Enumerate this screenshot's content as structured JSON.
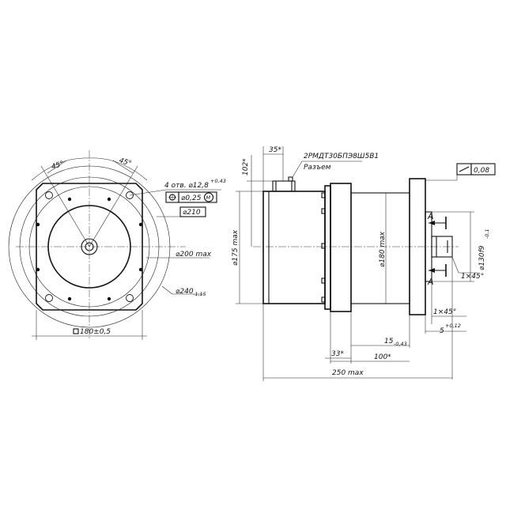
{
  "front_view": {
    "angle_left": "45°",
    "angle_right": "45°",
    "holes_label": "4 отв. ⌀12,8",
    "holes_tol": "+0,43",
    "position_tol": "⌀0,25",
    "modifier": "M",
    "d210": "⌀210",
    "d200": "⌀200 max",
    "d240": "⌀240",
    "d240_tol": "-1,15",
    "square": "180±0,5"
  },
  "side_view": {
    "dim_35": "35*",
    "dim_102": "102*",
    "connector_code": "2РМДТ30БПЭ8Ш5В1",
    "connector_label": "Разъем",
    "flatness": "0,08",
    "d175": "⌀175 max",
    "d180": "⌀180 max",
    "d130": "⌀130f9",
    "d130_tol": "-0,1",
    "section_a": "A",
    "chamfer_top": "1×45°",
    "chamfer_bottom": "1×45°",
    "dim_5": "5",
    "dim_5_tol": "+0,12",
    "dim_15": "15",
    "dim_15_tol": "-0,43",
    "dim_33": "33*",
    "dim_100": "100*",
    "dim_250": "250 max"
  }
}
